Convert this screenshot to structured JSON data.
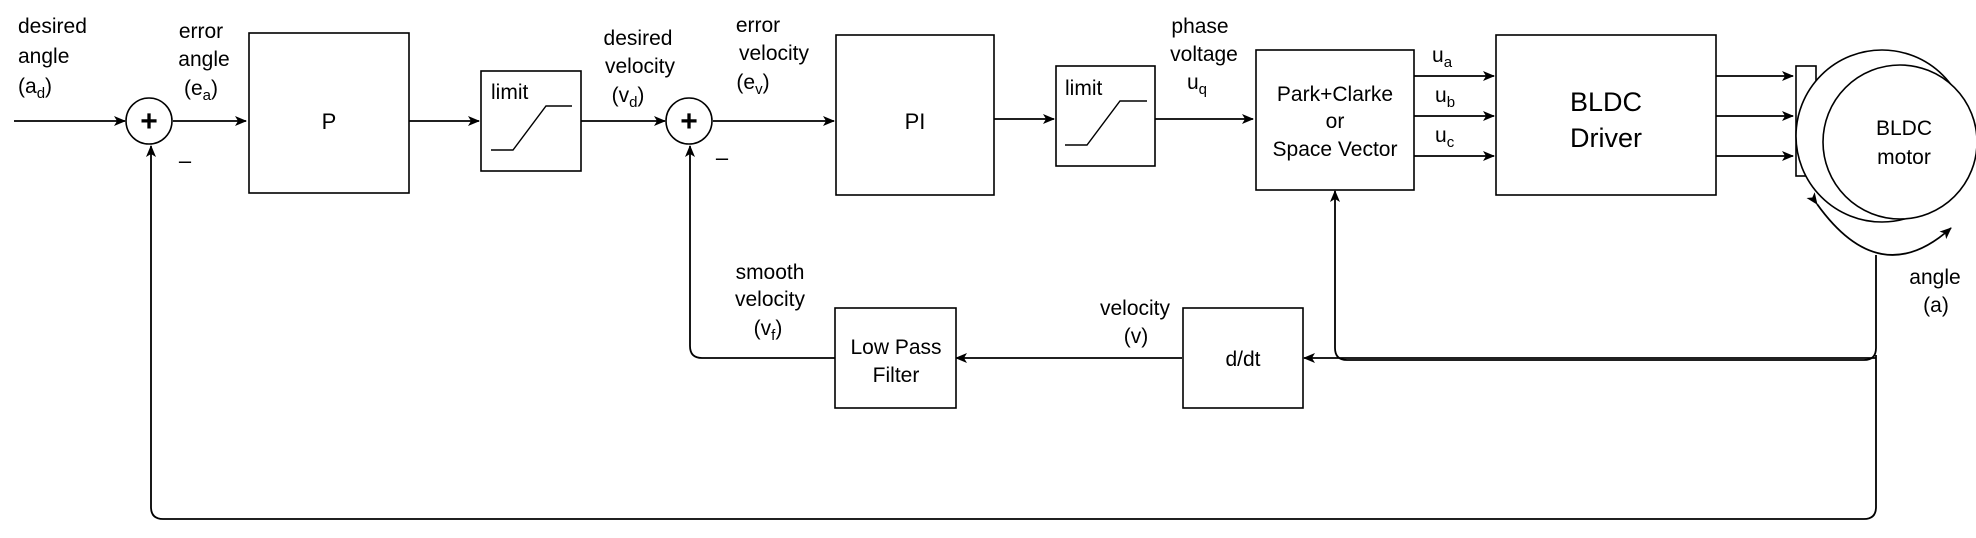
{
  "labels": {
    "desired_angle": {
      "line1": "desired",
      "line2": "angle",
      "sym": "(a",
      "sub": "d",
      "close": ")"
    },
    "error_angle": {
      "line1": "error",
      "line2": "angle",
      "sym": "(e",
      "sub": "a",
      "close": ")"
    },
    "desired_velocity": {
      "line1": "desired",
      "line2": "velocity",
      "sym": "(v",
      "sub": "d",
      "close": ")"
    },
    "error_velocity": {
      "line1": "error",
      "line2": "velocity",
      "sym": "(e",
      "sub": "v",
      "close": ")"
    },
    "phase_voltage": {
      "line1": "phase",
      "line2": "voltage",
      "sym": "u",
      "sub": "q"
    },
    "smooth_velocity": {
      "line1": "smooth",
      "line2": "velocity",
      "sym": "(v",
      "sub": "f",
      "close": ")"
    },
    "velocity": {
      "line1": "velocity",
      "line2": "(v)"
    },
    "angle": {
      "line1": "angle",
      "line2": "(a)"
    },
    "ua": {
      "sym": "u",
      "sub": "a"
    },
    "ub": {
      "sym": "u",
      "sub": "b"
    },
    "uc": {
      "sym": "u",
      "sub": "c"
    }
  },
  "blocks": {
    "p": "P",
    "limit1": "limit",
    "pi": "PI",
    "limit2": "limit",
    "park": {
      "line1": "Park+Clarke",
      "line2": "or",
      "line3": "Space Vector"
    },
    "driver": {
      "line1": "BLDC",
      "line2": "Driver"
    },
    "motor": {
      "line1": "BLDC",
      "line2": "motor"
    },
    "lpf": {
      "line1": "Low Pass",
      "line2": "Filter"
    },
    "ddt": "d/dt"
  },
  "summing": {
    "plus": "+",
    "minus": "–"
  }
}
